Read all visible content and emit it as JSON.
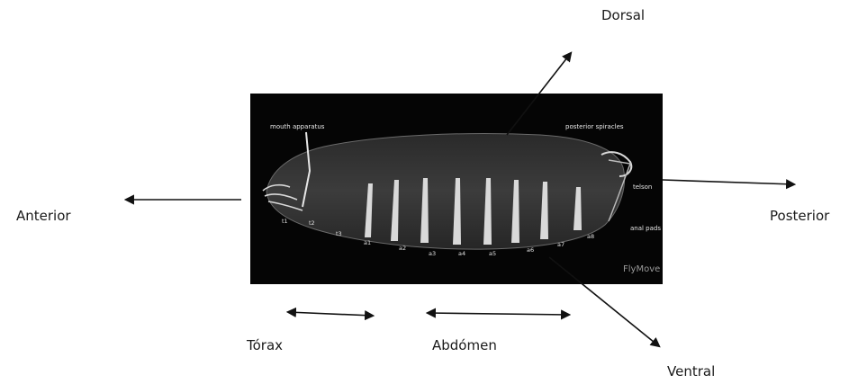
{
  "labels": {
    "dorsal": "Dorsal",
    "anterior": "Anterior",
    "posterior": "Posterior",
    "ventral": "Ventral",
    "torax": "Tórax",
    "abdomen": "Abdómen"
  },
  "image": {
    "annotations": {
      "mouth": "mouth apparatus",
      "spiracles": "posterior spiracles",
      "telson": "telson",
      "anal_pads": "anal pads"
    },
    "segments": [
      "t1",
      "t2",
      "t3",
      "a1",
      "a2",
      "a3",
      "a4",
      "a5",
      "a6",
      "a7",
      "a8"
    ],
    "watermark": "FlyMove"
  },
  "colors": {
    "background": "#ffffff",
    "photo_background": "#050505",
    "arrow": "#111111",
    "text": "#1a1a1a"
  }
}
